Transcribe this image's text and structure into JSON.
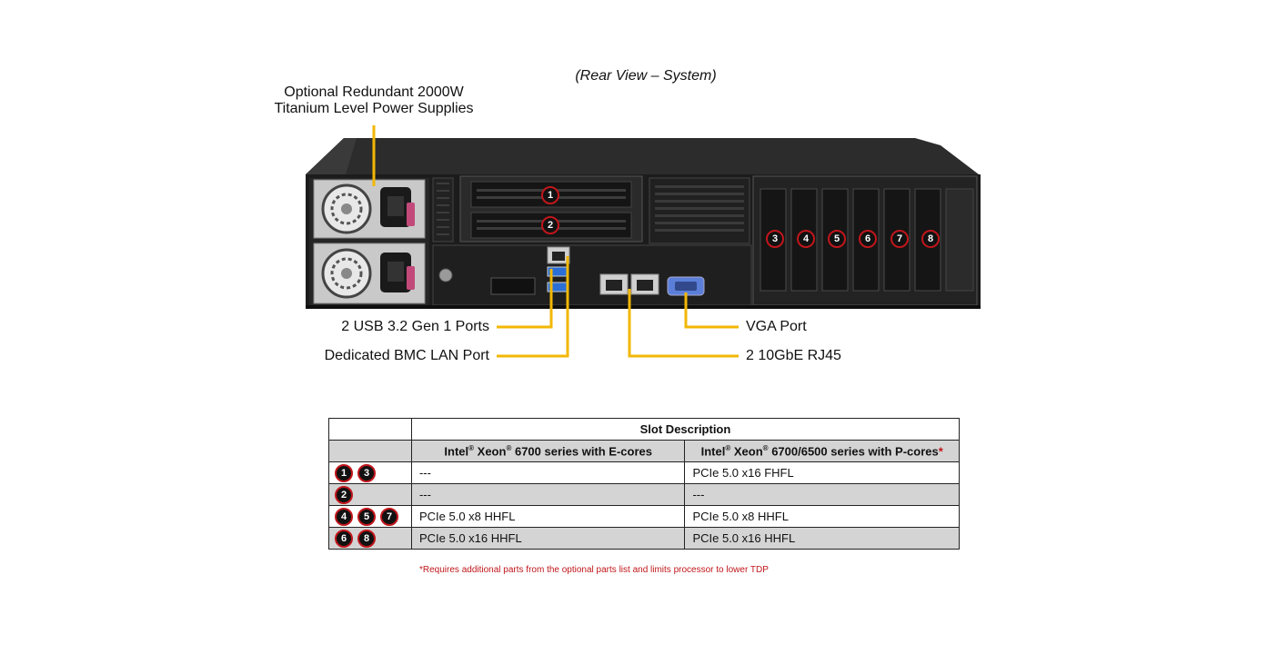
{
  "caption": "(Rear View – System)",
  "labels": {
    "psu_line1": "Optional Redundant 2000W",
    "psu_line2": "Titanium Level Power Supplies",
    "usb": "2 USB 3.2 Gen 1 Ports",
    "bmc": "Dedicated BMC LAN Port",
    "vga": "VGA Port",
    "rj45": "2 10GbE RJ45"
  },
  "slot_badges": [
    "1",
    "2",
    "3",
    "4",
    "5",
    "6",
    "7",
    "8"
  ],
  "table": {
    "title": "Slot Description",
    "col1_header_pre": "Intel",
    "col1_header_reg": "®",
    "col1_header_mid": " Xeon",
    "col1_header_reg2": "®",
    "col1_header_post": " 6700 series with E-cores",
    "col2_header_pre": "Intel",
    "col2_header_reg": "®",
    "col2_header_mid": " Xeon",
    "col2_header_reg2": "®",
    "col2_header_post": " 6700/6500 series with P-cores",
    "col2_header_asterisk": "*",
    "rows": [
      {
        "slots": [
          "1",
          "3"
        ],
        "ecore": "---",
        "pcore": "PCIe 5.0 x16 FHFL"
      },
      {
        "slots": [
          "2"
        ],
        "ecore": "---",
        "pcore": "---"
      },
      {
        "slots": [
          "4",
          "5",
          "7"
        ],
        "ecore": "PCIe 5.0 x8 HHFL",
        "pcore": "PCIe 5.0 x8 HHFL"
      },
      {
        "slots": [
          "6",
          "8"
        ],
        "ecore": "PCIe 5.0 x16 HHFL",
        "pcore": "PCIe 5.0 x16 HHFL"
      }
    ]
  },
  "footnote": "*Requires additional parts from the optional parts list and limits processor to lower TDP",
  "colors": {
    "leader": "#f2b705",
    "badge_ring": "#c0161b",
    "chassis": "#1e1e1e",
    "table_gray": "#d4d4d4"
  }
}
